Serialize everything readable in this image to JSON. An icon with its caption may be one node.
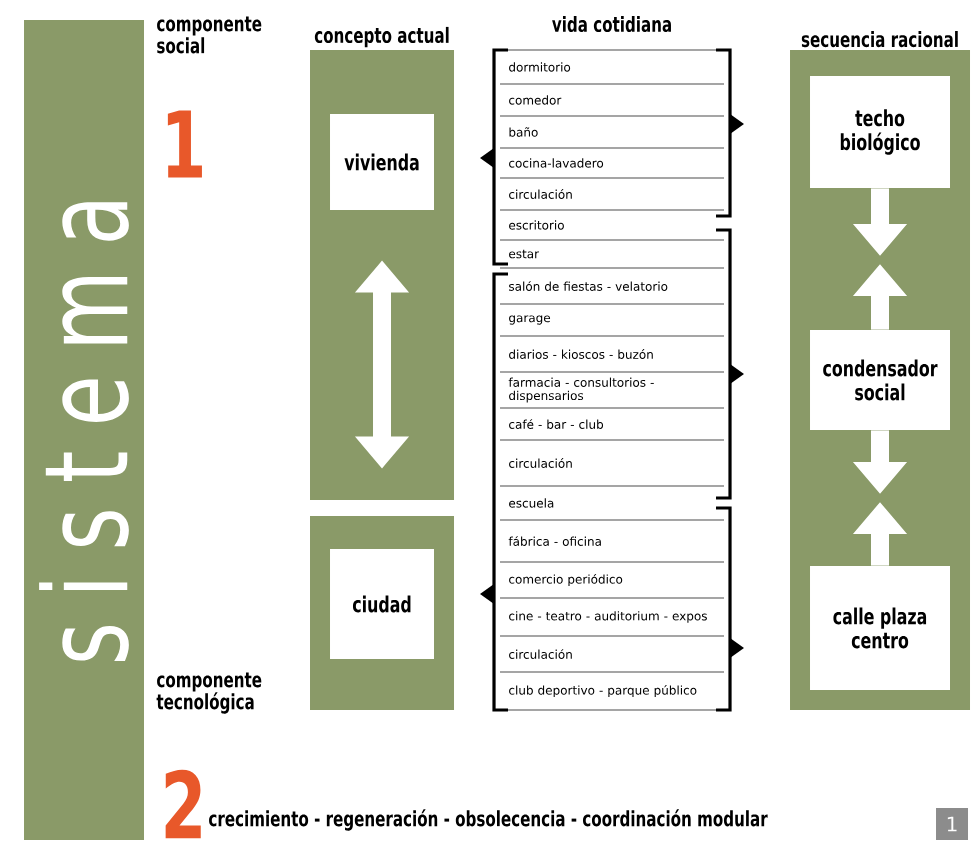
{
  "diagram": {
    "nodes": [
      {
        "text": [
          "s i s t e m a"
        ]
      },
      {
        "text": [
          "concepto actual"
        ]
      },
      {
        "text": [
          "vivienda"
        ],
        "in": 1
      },
      {
        "text": [],
        "shape": "box"
      },
      {
        "text": [
          "ciudad"
        ],
        "in": 3
      },
      {
        "text": [
          "secuencia racional"
        ]
      },
      {
        "text": [
          "techo biológico"
        ],
        "in": 5
      },
      {
        "text": [
          "condensador social"
        ],
        "in": 5
      },
      {
        "text": [
          "calle plaza centro"
        ],
        "in": 5
      }
    ],
    "edges": [
      {
        "from": 2,
        "to": 4,
        "arrow": "both"
      },
      {
        "from": 6,
        "to": null,
        "arrow": "to"
      },
      {
        "from": 7,
        "to": null,
        "arrow": "to"
      },
      {
        "from": 7,
        "to": null,
        "arrow": "to"
      },
      {
        "from": 8,
        "to": null,
        "arrow": "to"
      }
    ],
    "labels": [
      "componente social",
      "1",
      "vida cotidiana",
      "dormitorio",
      "comedor",
      "baño",
      "cocina-lavadero",
      "circulación",
      "escritorio",
      "estar",
      "salón de fiestas - velatorio",
      "garage",
      "diarios - kioscos - buzón",
      "farmacia - consultorios - dispensarios",
      "café - bar - club",
      "circulación",
      "escuela",
      "fábrica - oficina",
      "comercio periódico",
      "cine - teatro - auditorium - expos",
      "circulación",
      "club deportivo - parque público",
      "componente tecnológica",
      "2",
      "crecimiento - regeneración - obsolecencia - coordinación modular",
      "1"
    ]
  }
}
